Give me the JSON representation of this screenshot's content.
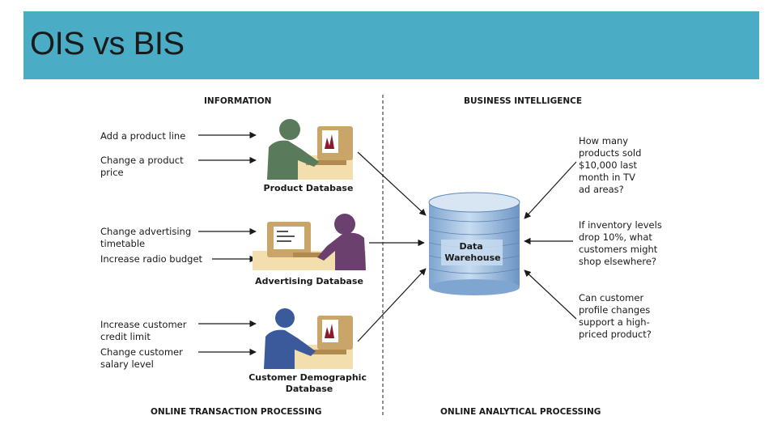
{
  "slide": {
    "title": "OIS vs BIS"
  },
  "headers": {
    "information": "INFORMATION",
    "business_intelligence": "BUSINESS INTELLIGENCE",
    "oltp": "ONLINE TRANSACTION PROCESSING",
    "olap": "ONLINE ANALYTICAL PROCESSING"
  },
  "inputs": [
    {
      "lines": [
        "Add a product line"
      ]
    },
    {
      "lines": [
        "Change a product",
        "price"
      ]
    },
    {
      "lines": [
        "Change advertising",
        "timetable"
      ]
    },
    {
      "lines": [
        "Increase radio budget"
      ]
    },
    {
      "lines": [
        "Increase customer",
        "credit limit"
      ]
    },
    {
      "lines": [
        "Change customer",
        "salary level"
      ]
    }
  ],
  "databases": [
    {
      "lines": [
        "Product Database"
      ]
    },
    {
      "lines": [
        "Advertising Database"
      ]
    },
    {
      "lines": [
        "Customer Demographic",
        "Database"
      ]
    }
  ],
  "warehouse": {
    "lines": [
      "Data",
      "Warehouse"
    ]
  },
  "questions": [
    {
      "lines": [
        "How many",
        "products sold",
        "$10,000 last",
        "month in TV",
        "ad areas?"
      ]
    },
    {
      "lines": [
        "If inventory levels",
        "drop 10%, what",
        "customers might",
        "shop elsewhere?"
      ]
    },
    {
      "lines": [
        "Can customer",
        "profile changes",
        "support a high-",
        "priced product?"
      ]
    }
  ],
  "colors": {
    "banner": "#4bacc6",
    "person_product": "#5a7a5c",
    "person_advertising": "#6b3f6e",
    "person_customer": "#3a5a9c",
    "computer": "#c9a56a",
    "desk": "#f3dfae",
    "warehouse": "#a7c4e2"
  },
  "icons": [
    "person-at-computer-icon",
    "database-cylinder-icon",
    "arrow-icon"
  ]
}
